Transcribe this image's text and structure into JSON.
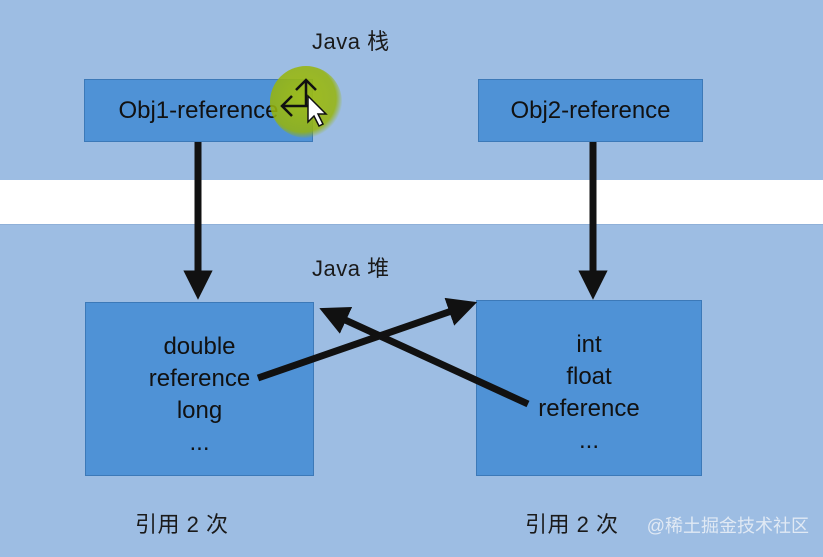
{
  "stack": {
    "title": "Java 栈"
  },
  "heap": {
    "title": "Java 堆"
  },
  "references": [
    {
      "label": "Obj1-reference"
    },
    {
      "label": "Obj2-reference"
    }
  ],
  "objects": [
    {
      "fields": [
        "double",
        "reference",
        "long",
        "..."
      ],
      "ref_count": "引用 2 次"
    },
    {
      "fields": [
        "int",
        "float",
        "reference",
        "..."
      ],
      "ref_count": "引用 2 次"
    }
  ],
  "watermark": "@稀土掘金技术社区",
  "colors": {
    "background": "#9dbde3",
    "box": "#4f92d6",
    "arrow": "#111111",
    "cursor_highlight": "#a4be14"
  },
  "icons": {
    "cursor": "move-cursor-icon"
  }
}
